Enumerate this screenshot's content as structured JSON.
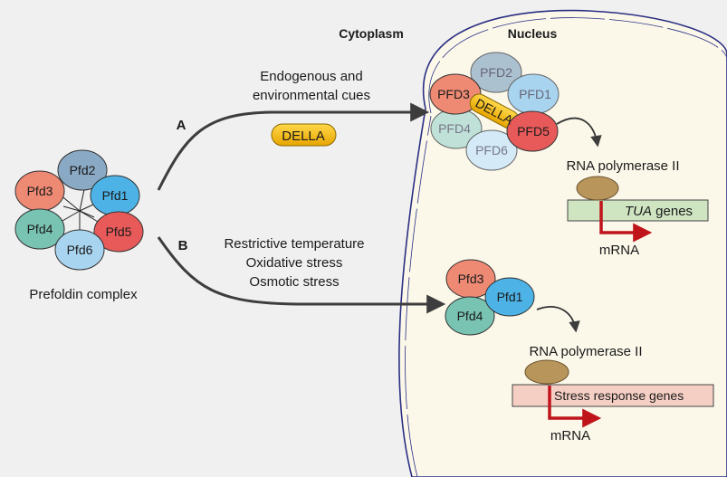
{
  "compartments": {
    "cytoplasm": "Cytoplasm",
    "nucleus": "Nucleus"
  },
  "complex": {
    "label": "Prefoldin complex",
    "subunits": [
      "Pfd1",
      "Pfd2",
      "Pfd3",
      "Pfd4",
      "Pfd5",
      "Pfd6"
    ]
  },
  "pathway_a": {
    "letter": "A",
    "cue_line1": "Endogenous and",
    "cue_line2": "environmental cues",
    "della": "DELLA",
    "nuclear_subunits": [
      "PFD1",
      "PFD2",
      "PFD3",
      "PFD4",
      "PFD5",
      "PFD6"
    ],
    "polymerase": "RNA polymerase II",
    "gene_name": "TUA",
    "gene_suffix": " genes",
    "product": "mRNA"
  },
  "pathway_b": {
    "letter": "B",
    "cue_line1": "Restrictive temperature",
    "cue_line2": "Oxidative stress",
    "cue_line3": "Osmotic stress",
    "nuclear_subunits": [
      "Pfd1",
      "Pfd3",
      "Pfd4"
    ],
    "polymerase": "RNA polymerase II",
    "gene": "Stress response genes",
    "product": "mRNA"
  },
  "colors": {
    "pfd1": "#4db3e6",
    "pfd2": "#8aa9c4",
    "pfd3": "#ee8a74",
    "pfd4": "#79c3b3",
    "pfd5": "#e85a5a",
    "pfd6": "#a9d4ef",
    "della": "#f3b820",
    "nucleus_fill": "#fbf8ea",
    "nucleus_border": "#2b2f83",
    "polymerase": "#b8955a",
    "tua_gene": "#cfe5c2",
    "stress_gene": "#f6cfc4",
    "mrna_arrow": "#c0141b"
  }
}
